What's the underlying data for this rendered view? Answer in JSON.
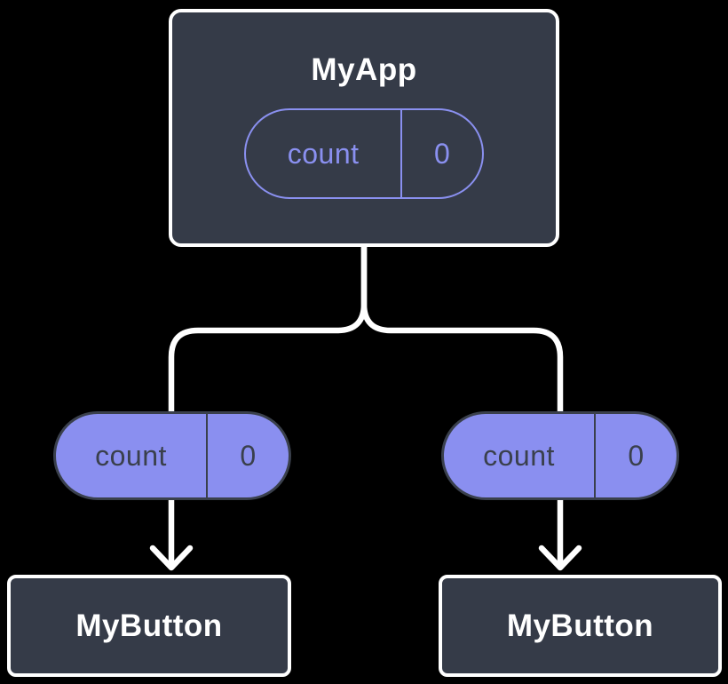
{
  "colors": {
    "background": "#000000",
    "node_fill": "#353B48",
    "node_border": "#FFFFFF",
    "node_text": "#FFFFFF",
    "state_outline": "#8A90F0",
    "prop_fill": "#8A8FF0",
    "prop_border": "#3A404C",
    "prop_text": "#3A404C",
    "connector": "#FFFFFF"
  },
  "diagram": {
    "root": {
      "title": "MyApp",
      "state": {
        "key": "count",
        "value": "0"
      }
    },
    "children": [
      {
        "title": "MyButton",
        "prop": {
          "key": "count",
          "value": "0"
        }
      },
      {
        "title": "MyButton",
        "prop": {
          "key": "count",
          "value": "0"
        }
      }
    ]
  }
}
